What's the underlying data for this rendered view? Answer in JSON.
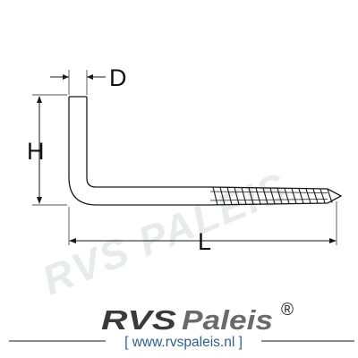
{
  "diagram": {
    "labels": {
      "diameter": "D",
      "height": "H",
      "length": "L"
    },
    "watermark": "RVS PALEIS",
    "logo": {
      "brand_primary": "RVS",
      "brand_secondary": "Paleis",
      "registered_mark": "®"
    },
    "website": "[ www.rvspaleis.nl ]"
  },
  "colors": {
    "outline": "#1a1a1a",
    "url": "#2a5f95",
    "logo_dark": "#3a3a3a",
    "logo_light": "#6a6a6a",
    "watermark": "#e9eaec"
  }
}
